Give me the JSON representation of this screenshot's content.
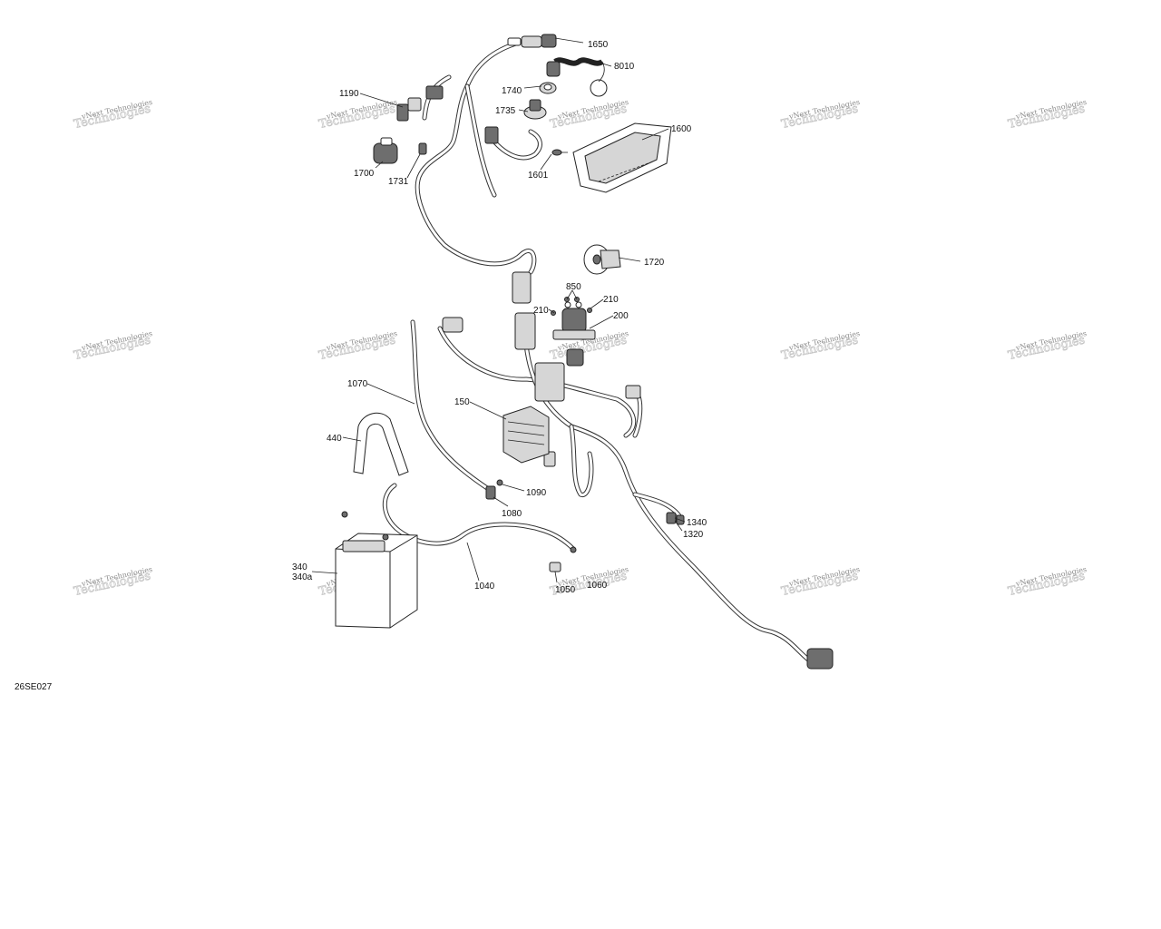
{
  "diagram": {
    "reference_code": "26SE027",
    "part_labels": [
      "1650",
      "8010",
      "1190",
      "1740",
      "1735",
      "1600",
      "1700",
      "1731",
      "1601",
      "1720",
      "850",
      "210",
      "210",
      "200",
      "1070",
      "150",
      "440",
      "1090",
      "1080",
      "1340",
      "1320",
      "340",
      "340a",
      "1040",
      "1050",
      "1060"
    ],
    "watermark": {
      "line1": "vNext Technologies",
      "line2": "Technologies"
    }
  }
}
